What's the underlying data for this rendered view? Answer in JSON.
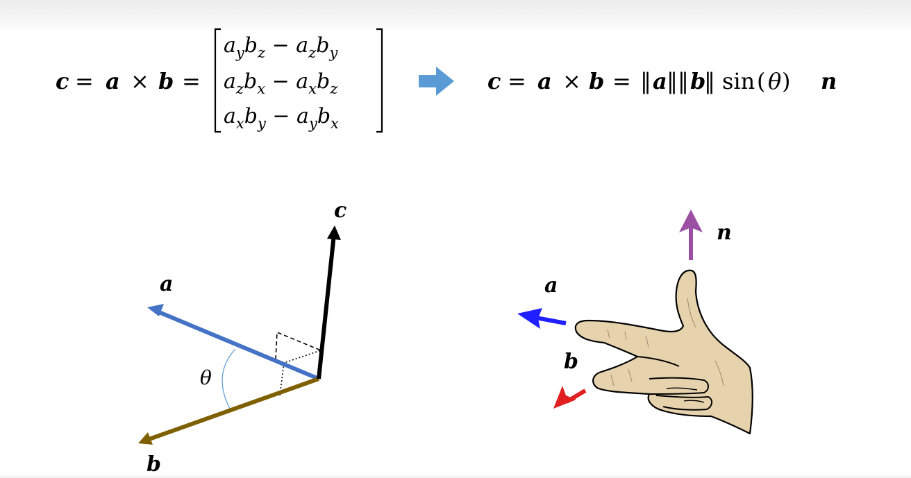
{
  "formula_left": {
    "lhs": "c = a × b =",
    "c": "c",
    "eq1": "=",
    "a": "a",
    "times": "×",
    "b": "b",
    "eq2": "=",
    "matrix_rows": [
      [
        "a",
        "y",
        "b",
        "z",
        " − ",
        "a",
        "z",
        "b",
        "y"
      ],
      [
        "a",
        "z",
        "b",
        "x",
        " − ",
        "a",
        "x",
        "b",
        "z"
      ],
      [
        "a",
        "x",
        "b",
        "y",
        " − ",
        "a",
        "y",
        "b",
        "x"
      ]
    ]
  },
  "formula_right": {
    "c": "c",
    "eq1": "=",
    "a": "a",
    "times": "×",
    "b": "b",
    "eq2": "=",
    "norm_open_a": "‖",
    "norm_a": "a",
    "norm_close_a": "‖",
    "norm_open_b": "‖",
    "norm_b": "b",
    "norm_close_b": "‖",
    "sin": "sin",
    "paren_open": "(",
    "theta": "θ",
    "paren_close": ")",
    "n": "n"
  },
  "diagram_left": {
    "label_a": "a",
    "label_b": "b",
    "label_c": "c",
    "label_theta": "θ"
  },
  "diagram_right": {
    "label_a": "a",
    "label_b": "b",
    "label_n": "n"
  },
  "colors": {
    "arrow_a_left": "#4472c4",
    "arrow_b_left": "#7f6000",
    "arrow_c_left": "#000000",
    "theta_arc": "#5b9bd5",
    "transition_arrow": "#5b9bd5",
    "arrow_a_right": "#1f1fff",
    "arrow_b_right": "#e02020",
    "arrow_n_right": "#9b4fa3",
    "hand_fill": "#e6d3ad",
    "hand_stroke": "#000000"
  }
}
